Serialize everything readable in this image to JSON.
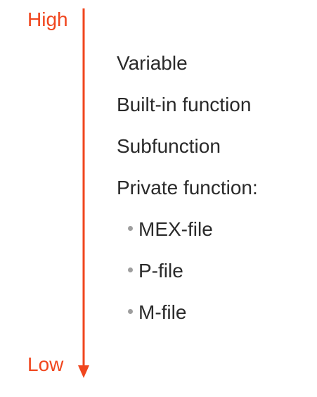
{
  "scale": {
    "high_label": "High",
    "low_label": "Low",
    "arrow_color": "#f0461e"
  },
  "text_color": "#2a2a2a",
  "bullet_color": "#9e9e9e",
  "items": [
    {
      "label": "Variable",
      "level": 0
    },
    {
      "label": "Built-in function",
      "level": 0
    },
    {
      "label": "Subfunction",
      "level": 0
    },
    {
      "label": "Private function:",
      "level": 0
    },
    {
      "label": "MEX-file",
      "level": 1
    },
    {
      "label": "P-file",
      "level": 1
    },
    {
      "label": "M-file",
      "level": 1
    }
  ]
}
